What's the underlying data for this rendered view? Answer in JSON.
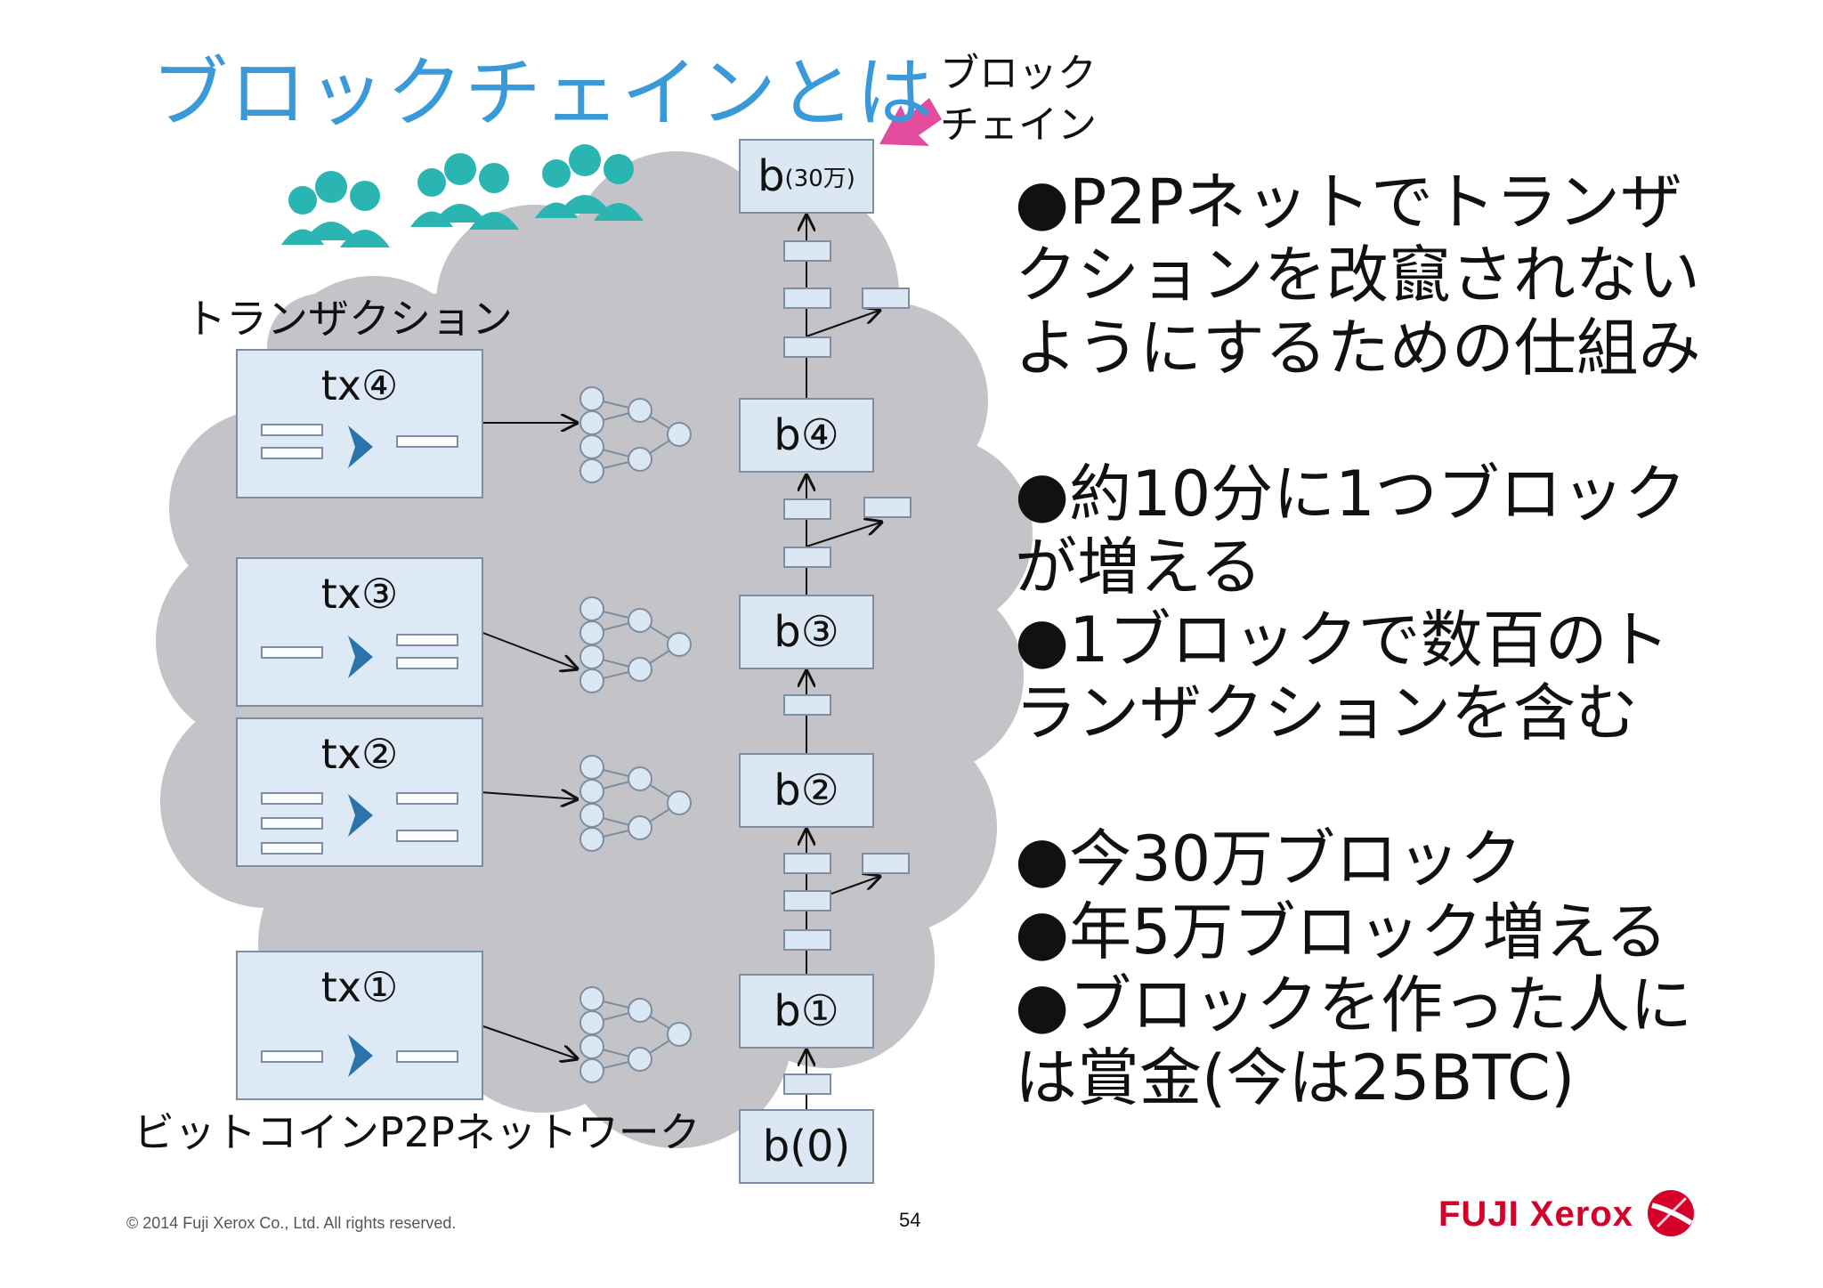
{
  "title": "ブロックチェインとは",
  "callout": {
    "line1": "ブロック",
    "line2": "チェイン"
  },
  "tx_heading": "トランザクション",
  "network_label": "ビットコインP2Pネットワーク",
  "transactions": [
    {
      "label": "tx④"
    },
    {
      "label": "tx③"
    },
    {
      "label": "tx②"
    },
    {
      "label": "tx①"
    }
  ],
  "blocks": {
    "b300k_main": "b",
    "b300k_sub": "(30万)",
    "b4": "b④",
    "b3": "b③",
    "b2": "b②",
    "b1": "b①",
    "b0": "b(0)"
  },
  "bullets": [
    [
      "●P2Pネットでトランザ",
      "クションを改竄されない",
      "ようにするための仕組み"
    ],
    [
      "●約10分に1つブロック",
      "が増える",
      "●1ブロックで数百のト",
      "ランザクションを含む"
    ],
    [
      "●今30万ブロック",
      "●年5万ブロック増える",
      "●ブロックを作った人に",
      "は賞金(今は25BTC)"
    ]
  ],
  "footer": {
    "copyright": "© 2014 Fuji Xerox Co., Ltd. All rights reserved.",
    "page": "54",
    "logo": "FUJI Xerox"
  },
  "colors": {
    "title": "#3a9ad9",
    "cloud": "#c4c3c8",
    "box_fill": "#dde9f5",
    "box_border": "#7d8ea2",
    "arrow_blue": "#2a74ab",
    "people": "#2bb5b2",
    "callout_arrow": "#e34c9c",
    "logo_red": "#d4002a"
  }
}
